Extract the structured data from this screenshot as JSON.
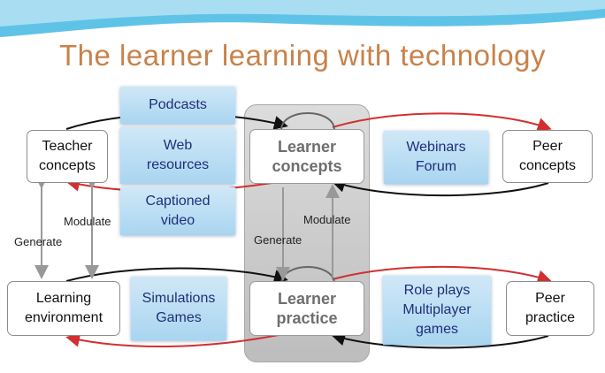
{
  "title": "The learner learning with technology",
  "colors": {
    "title": "#c8824a",
    "tech_text": "#1f2e7a",
    "red_arrow": "#d23030"
  },
  "boxes": {
    "teacher_concepts": "Teacher\nconcepts",
    "learning_environment": "Learning\nenvironment",
    "learner_concepts": "Learner\nconcepts",
    "learner_practice": "Learner\npractice",
    "peer_concepts": "Peer\nconcepts",
    "peer_practice": "Peer\npractice"
  },
  "tech": {
    "podcasts": "Podcasts",
    "web_resources": "Web\nresources",
    "captioned_video": "Captioned\nvideo",
    "simulations_games": "Simulations\nGames",
    "webinars_forum": "Webinars\nForum",
    "role_plays": "Role plays\nMultiplayer\ngames"
  },
  "labels": {
    "modulate_left": "Modulate",
    "generate_left": "Generate",
    "generate_center": "Generate",
    "modulate_center": "Modulate"
  }
}
